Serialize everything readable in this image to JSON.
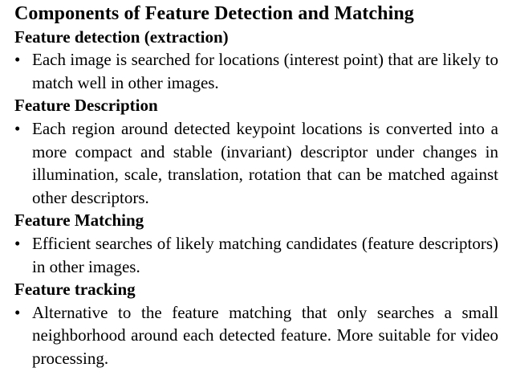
{
  "slide": {
    "title": "Components of Feature Detection and Matching",
    "bullet_glyph": "•",
    "colors": {
      "background": "#ffffff",
      "text": "#000000"
    },
    "sections": [
      {
        "heading": "Feature detection (extraction)",
        "bullets": [
          "Each image is searched for locations (interest point) that are likely to match well in other images."
        ]
      },
      {
        "heading": "Feature Description",
        "bullets": [
          "Each region around detected keypoint locations is converted into a more compact and stable (invariant) descriptor under changes in illumination, scale, translation, rotation that can be matched against other descriptors."
        ]
      },
      {
        "heading": "Feature Matching",
        "bullets": [
          "Efficient searches of likely matching candidates (feature descriptors) in other images."
        ]
      },
      {
        "heading": "Feature tracking",
        "bullets": [
          "Alternative to the feature matching that only searches a small neighborhood around each detected feature. More suitable for video processing."
        ]
      }
    ]
  }
}
